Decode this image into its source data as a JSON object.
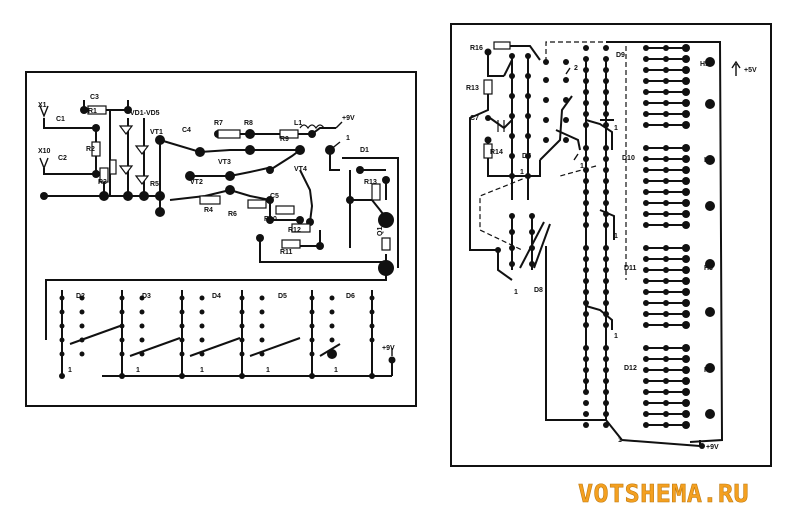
{
  "left_board": {
    "inputs": [
      "X1",
      "X10"
    ],
    "caps": [
      "C1",
      "C2",
      "C3",
      "C4",
      "C5"
    ],
    "resistors": [
      "R1",
      "R2",
      "R3",
      "R4",
      "R5",
      "R6",
      "R7",
      "R8",
      "R9",
      "R10",
      "R11",
      "R12",
      "R13"
    ],
    "diodes": "VD1-VD5",
    "transistors": [
      "VT1",
      "VT2",
      "VT3",
      "VT4"
    ],
    "inductor": "L1",
    "supply": "+9V",
    "d1": "D1",
    "pin1": "1",
    "crystal": "Q1",
    "chips": [
      "D2",
      "D3",
      "D4",
      "D5",
      "D6"
    ],
    "chip_pin": "1",
    "supply_bottom": "+9V"
  },
  "right_board": {
    "resistors": [
      "R16",
      "R13",
      "R14"
    ],
    "cap": "C7",
    "chips": [
      "D9",
      "D10",
      "D11",
      "D12",
      "D7",
      "D8"
    ],
    "pin_labels": [
      "1",
      "2"
    ],
    "indicators": [
      "H1",
      "H2",
      "H3",
      "H4"
    ],
    "supply_top": "+5V",
    "supply_bottom": "+9V"
  },
  "watermark": "VOTSHEMA.RU",
  "colors": {
    "ink": "#111111",
    "watermark": "#f4a020"
  }
}
